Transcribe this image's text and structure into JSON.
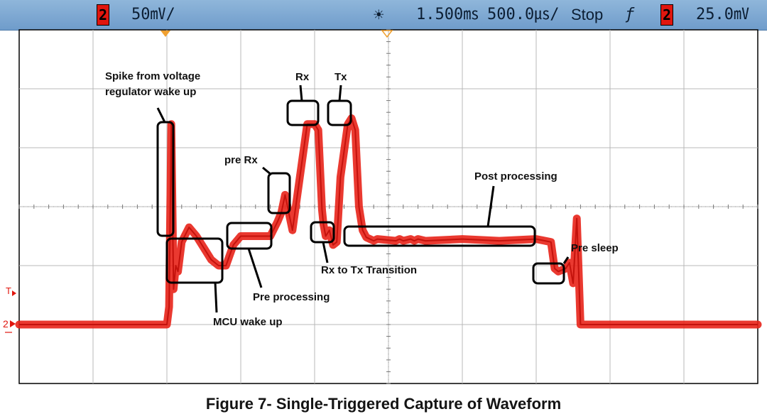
{
  "status_bar": {
    "channel": "2",
    "volts_per_div": "50㎷/",
    "acq_symbol": "☀",
    "delay": "1.500㎳",
    "time_per_div": "500.0㎲/",
    "run_state": "Stop",
    "trigger_symbol": "ƒ",
    "trigger_channel": "2",
    "trigger_level": "25.0㎷"
  },
  "markers": {
    "channel_ground": "2",
    "trigger_level": "T"
  },
  "chart_data": {
    "type": "line",
    "trace_color": "#e8241a",
    "grid": true,
    "xlabel": "",
    "ylabel": "",
    "x_divisions": 10,
    "y_divisions": 6,
    "xlim": [
      0,
      10
    ],
    "ylim": [
      0,
      6
    ],
    "series": [
      {
        "x": [
          0,
          2.0,
          2.03,
          2.06,
          2.09,
          2.12,
          2.15,
          2.2,
          2.3,
          2.4,
          2.5,
          2.6,
          2.7,
          2.8,
          2.9,
          3.0,
          3.2,
          3.4,
          3.5,
          3.55,
          3.6,
          3.7,
          3.8,
          3.9,
          4.0,
          4.05,
          4.1,
          4.12,
          4.15,
          4.2,
          4.25,
          4.3,
          4.35,
          4.45,
          4.5,
          4.55,
          4.6,
          4.65,
          4.7,
          4.75,
          4.8,
          4.85,
          5.1,
          5.15,
          5.2,
          5.3,
          5.35,
          5.4,
          5.5,
          6.0,
          6.5,
          7.0,
          7.2,
          7.25,
          7.3,
          7.4,
          7.45,
          7.5,
          7.55,
          7.6,
          7.7,
          10
        ],
        "y": [
          1.0,
          1.0,
          1.3,
          4.4,
          1.6,
          2.0,
          1.9,
          2.4,
          2.65,
          2.5,
          2.3,
          2.1,
          2.0,
          2.0,
          2.35,
          2.5,
          2.5,
          2.5,
          2.75,
          2.9,
          3.2,
          2.6,
          3.5,
          4.4,
          4.4,
          4.3,
          2.95,
          2.7,
          2.5,
          2.6,
          2.35,
          2.4,
          3.5,
          4.4,
          4.5,
          4.3,
          3.0,
          2.6,
          2.48,
          2.45,
          2.42,
          2.45,
          2.42,
          2.45,
          2.42,
          2.45,
          2.42,
          2.45,
          2.42,
          2.45,
          2.42,
          2.45,
          2.4,
          1.95,
          1.9,
          1.95,
          2.05,
          1.7,
          2.8,
          1.0,
          1.0,
          1.0
        ]
      }
    ],
    "annotations": [
      {
        "text": "Spike from voltage\nregulator wake up"
      },
      {
        "text": "MCU wake up"
      },
      {
        "text": "Pre processing"
      },
      {
        "text": "pre Rx"
      },
      {
        "text": "Rx"
      },
      {
        "text": "Tx"
      },
      {
        "text": "Rx to Tx Transition"
      },
      {
        "text": "Post processing"
      },
      {
        "text": "Pre sleep"
      }
    ]
  },
  "caption": "Figure 7- Single-Triggered Capture of Waveform"
}
